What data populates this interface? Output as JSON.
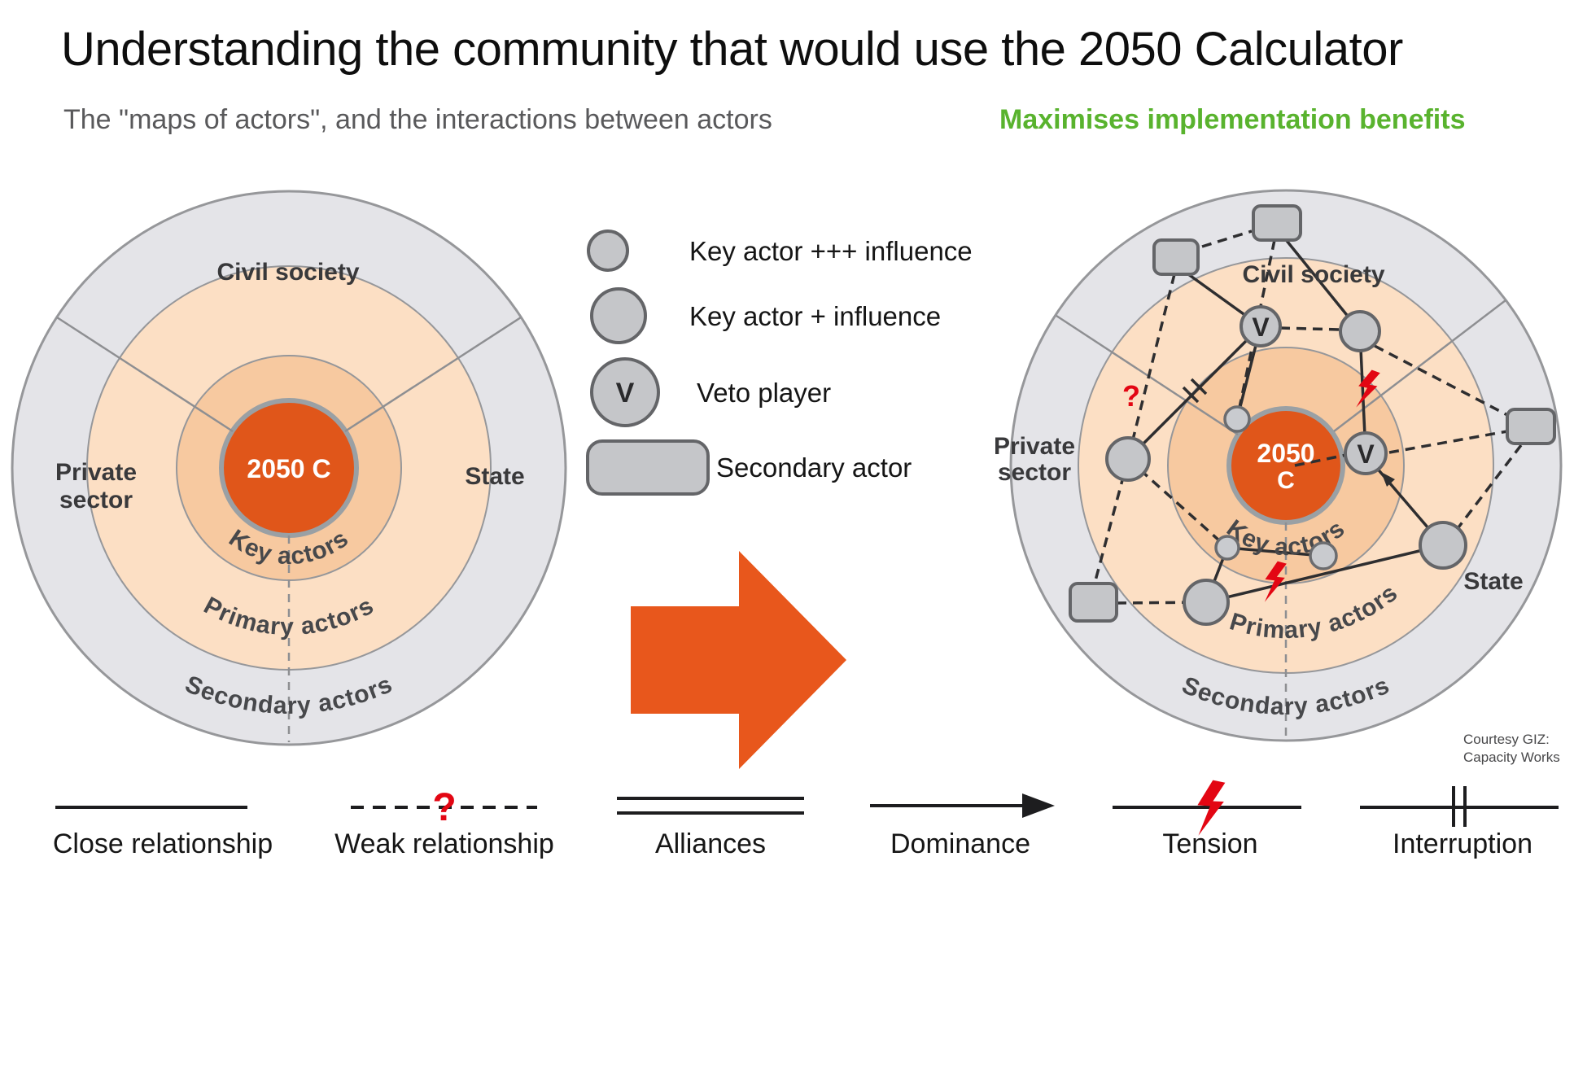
{
  "header": {
    "title": "Understanding the community that would use the 2050 Calculator",
    "subtitle": "The \"maps of actors\", and the interactions between actors",
    "highlight": "Maximises implementation benefits"
  },
  "legend": {
    "items": [
      {
        "label": "Key actor +++ influence"
      },
      {
        "label": "Key actor + influence"
      },
      {
        "label": "Veto player"
      },
      {
        "label": "Secondary actor"
      }
    ],
    "veto_glyph": "V"
  },
  "maps": {
    "left": {
      "center_label": "2050 C",
      "sector_civil": "Civil society",
      "sector_private_line1": "Private",
      "sector_private_line2": "sector",
      "sector_state": "State",
      "ring_key": "Key actors",
      "ring_primary": "Primary actors",
      "ring_secondary": "Secondary actors"
    },
    "right": {
      "center_line1": "2050",
      "center_line2": "C",
      "sector_civil": "Civil society",
      "sector_private_line1": "Private",
      "sector_private_line2": "sector",
      "sector_state": "State",
      "ring_key": "Key actors",
      "ring_primary": "Primary actors",
      "ring_secondary": "Secondary actors",
      "veto_glyph": "V",
      "question_mark": "?"
    }
  },
  "relationship_legend": {
    "question_mark": "?",
    "items": [
      {
        "label": "Close relationship"
      },
      {
        "label": "Weak relationship"
      },
      {
        "label": "Alliances"
      },
      {
        "label": "Dominance"
      },
      {
        "label": "Tension"
      },
      {
        "label": "Interruption"
      }
    ]
  },
  "credit": {
    "line1": "Courtesy GIZ:",
    "line2": "Capacity Works"
  },
  "colors": {
    "center_circle": "#e0561a",
    "key_ring": "#f7c9a0",
    "primary_ring": "#fcdfc4",
    "secondary_ring": "#e4e4e8",
    "node_fill": "#c5c6c9",
    "arrow_orange": "#e8571c",
    "alert_red": "#e30613",
    "highlight_green": "#59b32e"
  }
}
